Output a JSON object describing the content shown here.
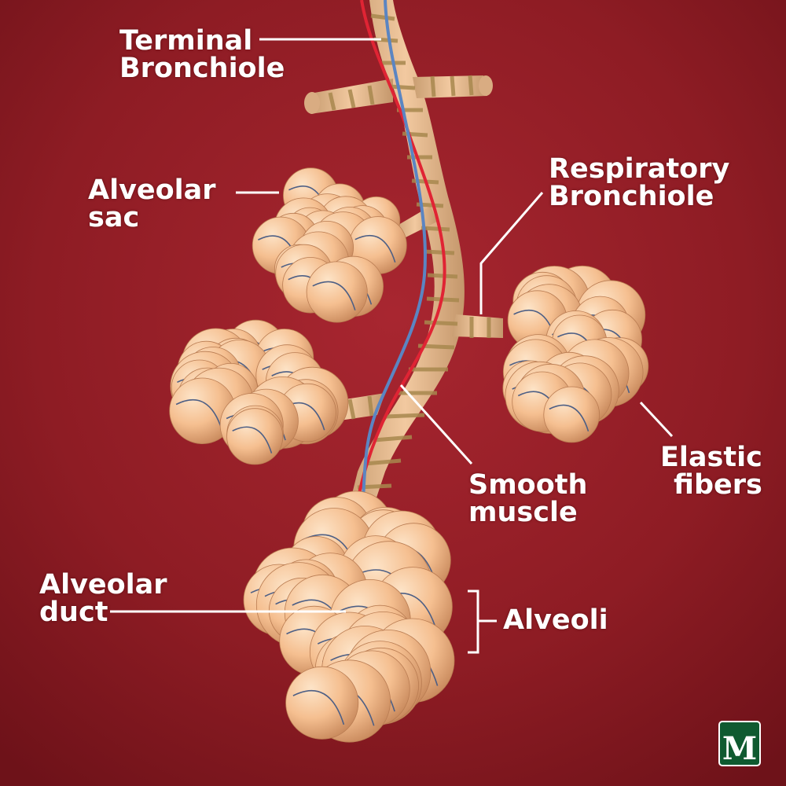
{
  "labels": {
    "terminal_bronchiole": [
      "Terminal",
      "Bronchiole"
    ],
    "respiratory_bronchiole": [
      "Respiratory",
      "Bronchiole"
    ],
    "alveolar_sac": [
      "Alveolar",
      "sac"
    ],
    "smooth_muscle": [
      "Smooth",
      "muscle"
    ],
    "elastic_fibers": [
      "Elastic",
      "fibers"
    ],
    "alveolar_duct": [
      "Alveolar",
      "duct"
    ],
    "alveoli": "Alveoli"
  },
  "colors": {
    "background": "#8c1b22",
    "alveolus": "#f6c497",
    "airway": "#e6b98e",
    "smooth_muscle": "#a8884e",
    "artery": "#e02434",
    "vein": "#5b85c2",
    "elastic_fiber": "#4d5f85",
    "leader_line": "#ffffff",
    "logo": "#0f5a30"
  },
  "icons": {
    "logo": "shield-logo-icon"
  }
}
